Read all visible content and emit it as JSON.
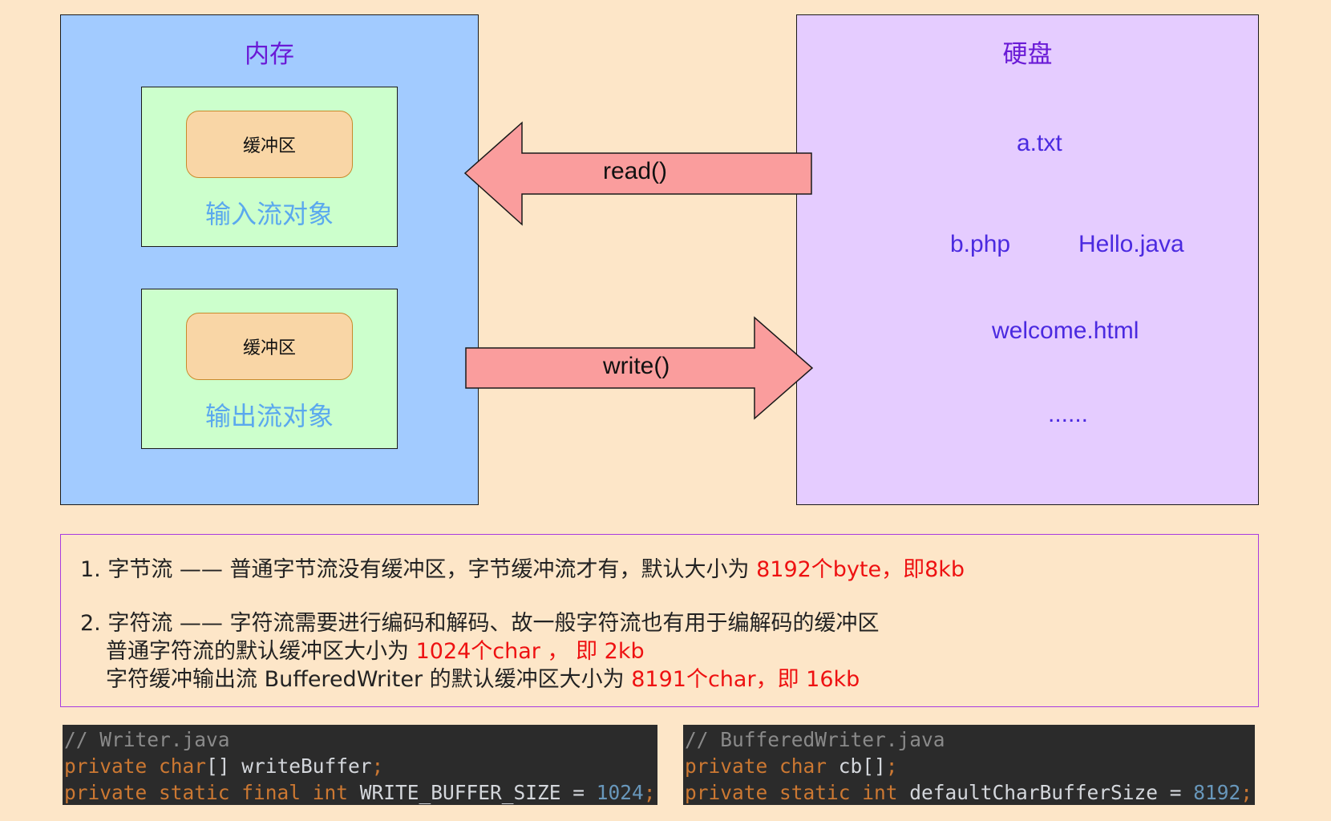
{
  "memory": {
    "title": "内存",
    "input_stream": {
      "buffer_label": "缓冲区",
      "label": "输入流对象"
    },
    "output_stream": {
      "buffer_label": "缓冲区",
      "label": "输出流对象"
    }
  },
  "arrows": {
    "read_label": "read()",
    "write_label": "write()"
  },
  "disk": {
    "title": "硬盘",
    "files": [
      "a.txt",
      "b.php",
      "Hello.java",
      "welcome.html",
      "......"
    ]
  },
  "notes": {
    "line1_prefix": "1. 字节流 —— 普通字节流没有缓冲区，字节缓冲流才有，默认大小为 ",
    "line1_highlight": "8192个byte，即8kb",
    "line2": "2. 字符流 —— 字符流需要进行编码和解码、故一般字符流也有用于编解码的缓冲区",
    "line3_prefix": "普通字符流的默认缓冲区大小为 ",
    "line3_highlight": "1024个char ， 即 2kb",
    "line4_prefix": "字符缓冲输出流 BufferedWriter 的默认缓冲区大小为 ",
    "line4_highlight": "8191个char，即 16kb"
  },
  "code_left": {
    "comment": "// Writer.java",
    "line2_kw": "private char",
    "line2_rest": "[] writeBuffer",
    "line2_end": ";",
    "line3_kw": "private static final int",
    "line3_id": " WRITE_BUFFER_SIZE = ",
    "line3_num": "1024",
    "line3_end": ";"
  },
  "code_right": {
    "comment": "// BufferedWriter.java",
    "line2_kw": "private char",
    "line2_rest": " cb[]",
    "line2_end": ";",
    "line3_kw": "private static int",
    "line3_id": " defaultCharBufferSize = ",
    "line3_num": "8192",
    "line3_end": ";"
  },
  "colors": {
    "memory_fill": "#a2cbff",
    "disk_fill": "#e5ccff",
    "stream_fill": "#ccffcc",
    "buffer_fill": "#f9d6a6",
    "arrow_fill": "#fa9d9d",
    "highlight": "#ee1111"
  }
}
